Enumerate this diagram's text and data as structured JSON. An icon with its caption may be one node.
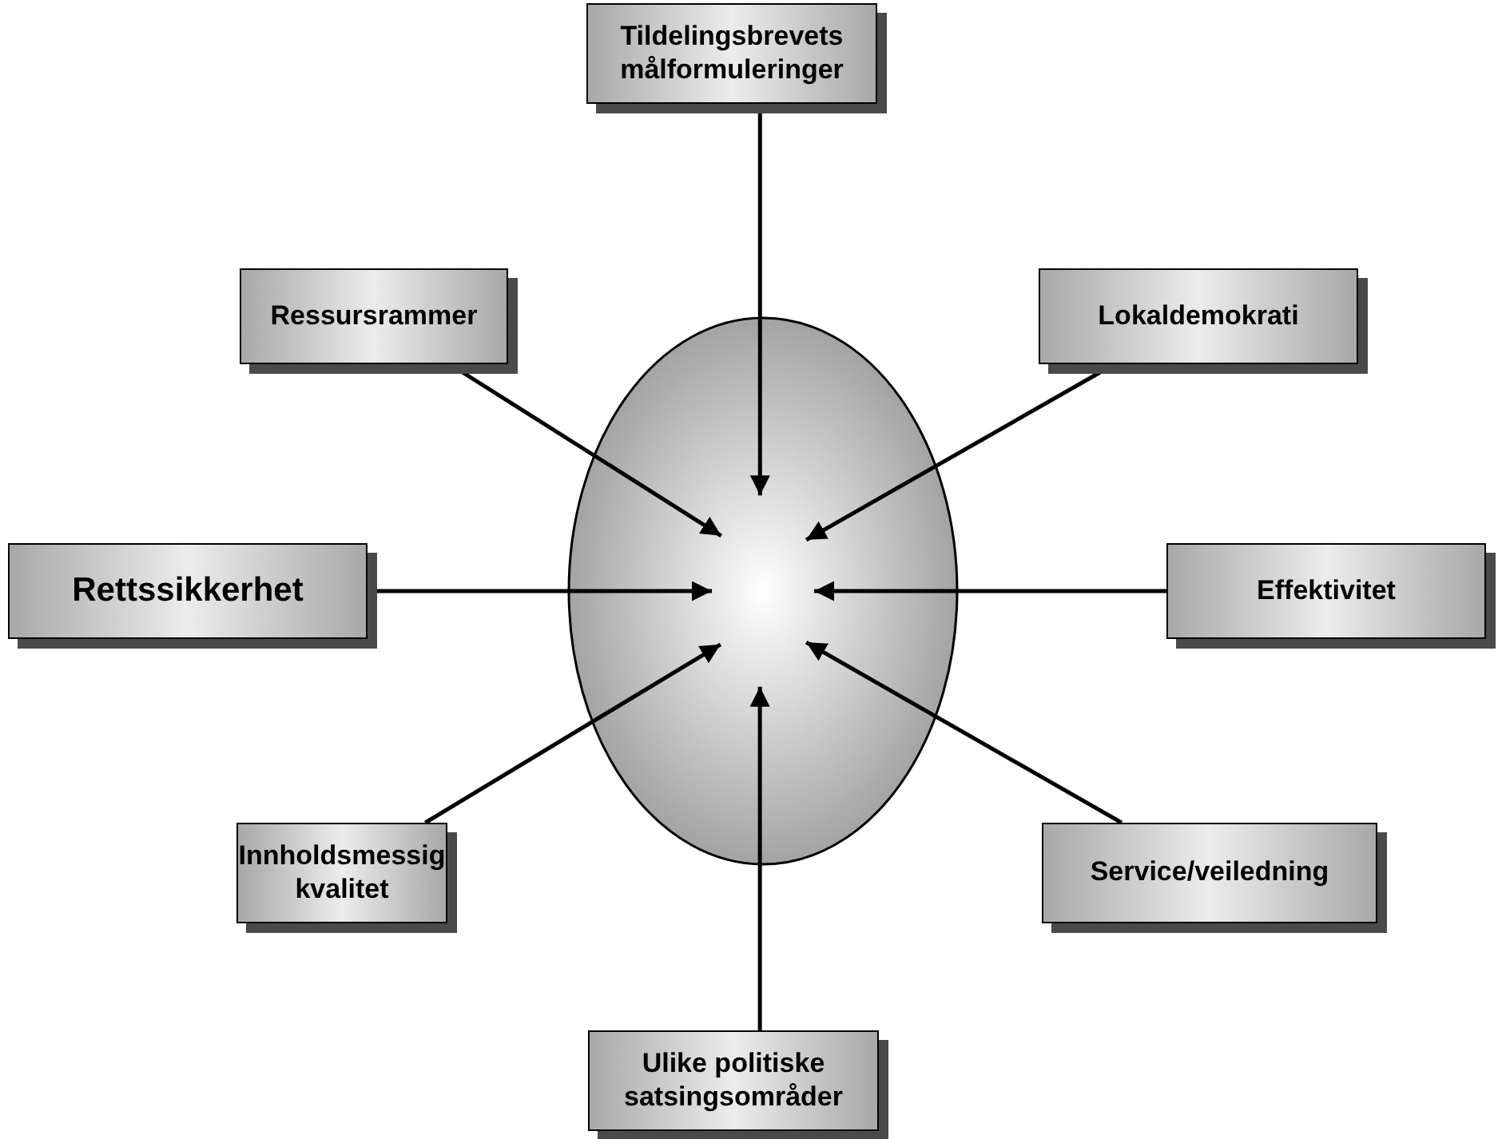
{
  "diagram": {
    "nodes": [
      {
        "text": [
          "Tildelingsbrevets målformuleringer"
        ]
      },
      {
        "text": [
          "Ressursrammer"
        ]
      },
      {
        "text": [
          "Lokaldemokrati"
        ]
      },
      {
        "text": [
          "Rettssikkerhet"
        ]
      },
      {
        "text": [
          "Effektivitet"
        ]
      },
      {
        "text": [
          "Innholdsmessig kvalitet"
        ]
      },
      {
        "text": [
          "Service/veiledning"
        ]
      },
      {
        "text": [
          "Ulike politiske satsingsområder"
        ]
      },
      {
        "text": [],
        "shape": "ellipse"
      }
    ],
    "edges": [
      {
        "from": 0,
        "to": 8,
        "arrow": "to"
      },
      {
        "from": 1,
        "to": 8,
        "arrow": "to"
      },
      {
        "from": 2,
        "to": 8,
        "arrow": "to"
      },
      {
        "from": 3,
        "to": 8,
        "arrow": "to"
      },
      {
        "from": 4,
        "to": 8,
        "arrow": "to"
      },
      {
        "from": 5,
        "to": 8,
        "arrow": "to"
      },
      {
        "from": 6,
        "to": 8,
        "arrow": "to"
      },
      {
        "from": 7,
        "to": 8,
        "arrow": "to"
      }
    ]
  }
}
